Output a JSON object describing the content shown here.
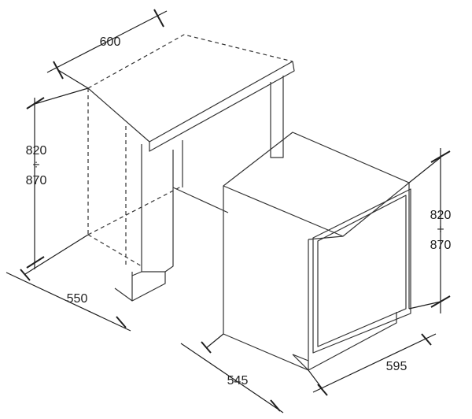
{
  "cabinet": {
    "width_label": "600",
    "height_label_top": "820",
    "height_label_div": "÷",
    "height_label_bottom": "870",
    "depth_label": "550"
  },
  "appliance": {
    "height_label_top": "820",
    "height_label_div": "÷",
    "height_label_bottom": "870",
    "depth_label": "545",
    "width_label": "595"
  }
}
